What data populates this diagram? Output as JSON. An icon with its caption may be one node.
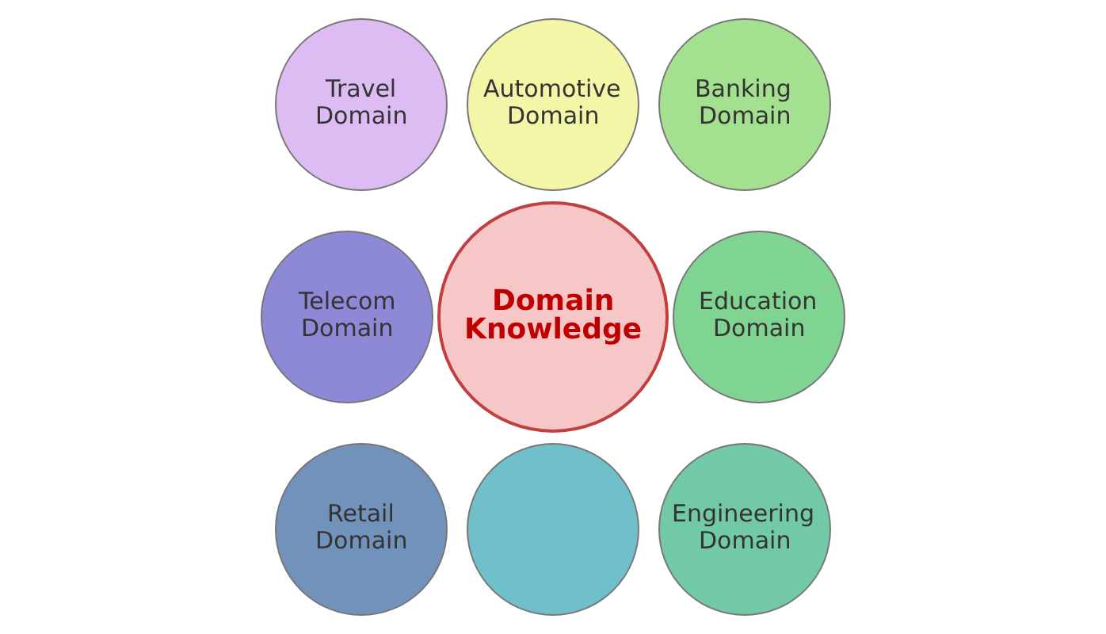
{
  "diagram": {
    "nodes": [
      {
        "text": [
          "Automotive Domain"
        ]
      },
      {
        "text": [
          "Travel Domain"
        ]
      },
      {
        "text": [
          "Banking Domain"
        ]
      },
      {
        "text": [
          "Domain Knowledge"
        ]
      },
      {
        "text": [
          "Telecom Domain"
        ]
      },
      {
        "text": [
          "Education Domain"
        ]
      },
      {
        "text": [
          "Retail Domain"
        ]
      },
      {
        "text": [
          "Engineering Domain"
        ]
      },
      {
        "text": [],
        "shape": "circle"
      }
    ],
    "edges": []
  }
}
